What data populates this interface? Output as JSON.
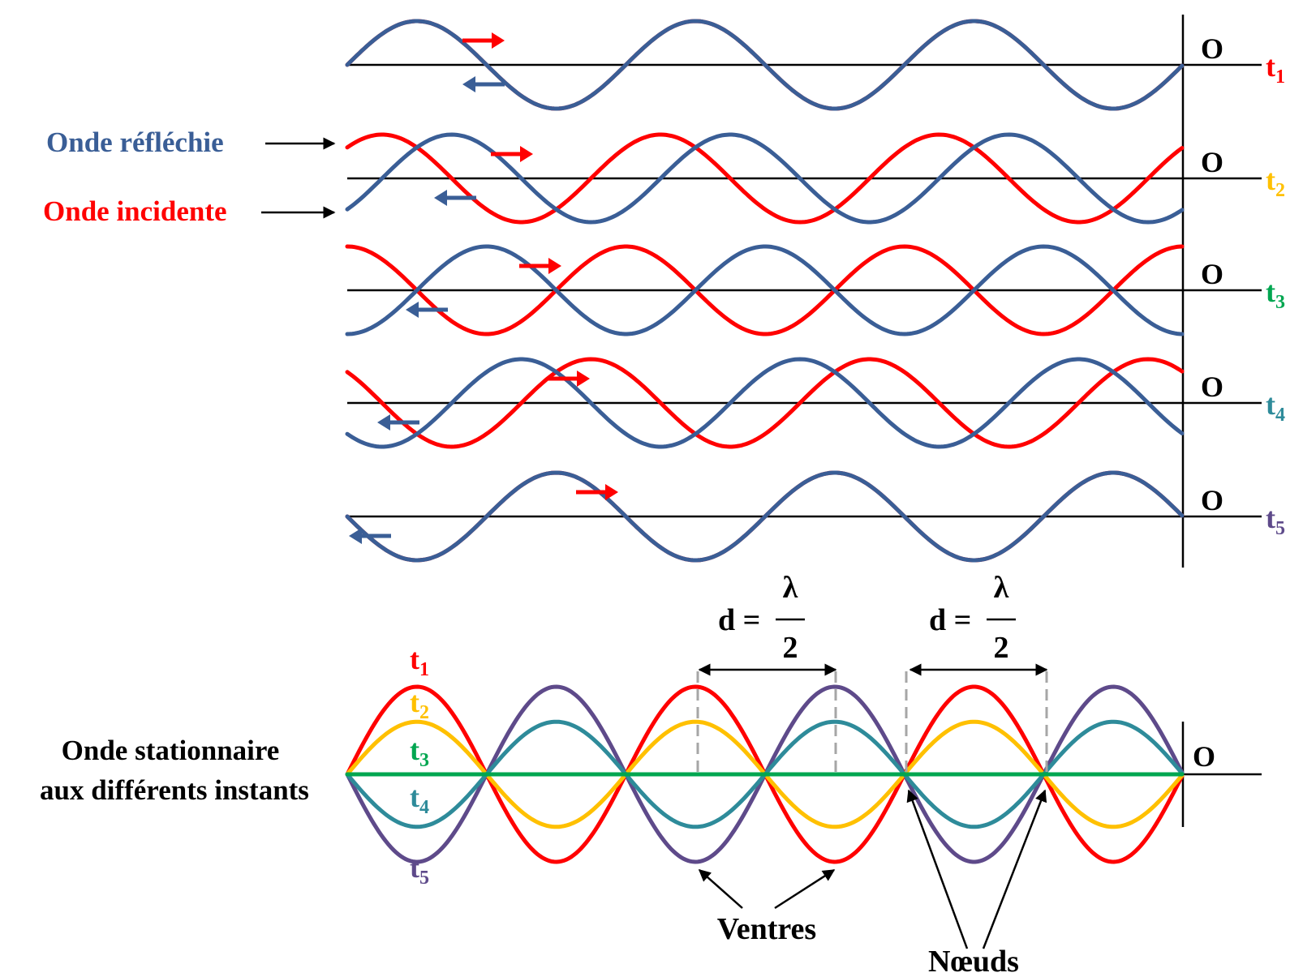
{
  "colors": {
    "incident": "#ff0000",
    "reflected": "#3a5e96",
    "t1": "#ff0000",
    "t2": "#ffc000",
    "t3": "#00a650",
    "t4": "#2e8b9a",
    "t5": "#5e4a8a",
    "neutral": "#000000",
    "dash": "#a6a6a6"
  },
  "labels": {
    "reflected": "Onde réfléchie",
    "incident": "Onde incidente",
    "standing_line1": "Onde stationnaire",
    "standing_line2": "aux différents instants",
    "origin": "O",
    "antinodes": "Ventres",
    "nodes": "Nœuds",
    "distance_prefix": "d =",
    "lambda": "λ",
    "two": "2"
  },
  "instants": [
    {
      "t": "t",
      "sub": "1",
      "color": "#ff0000",
      "incident_phase": 0.0,
      "reflected_phase": 0.0
    },
    {
      "t": "t",
      "sub": "2",
      "color": "#ffc000",
      "incident_phase": 0.25,
      "reflected_phase": -0.25
    },
    {
      "t": "t",
      "sub": "3",
      "color": "#00a650",
      "incident_phase": 0.5,
      "reflected_phase": -0.5
    },
    {
      "t": "t",
      "sub": "4",
      "color": "#2e8b9a",
      "incident_phase": 0.75,
      "reflected_phase": -0.75
    },
    {
      "t": "t",
      "sub": "5",
      "color": "#5e4a8a",
      "incident_phase": 1.0,
      "reflected_phase": -1.0
    }
  ],
  "standing": [
    {
      "t": "t",
      "sub": "1",
      "color": "#ff0000",
      "amplitude": 1.0
    },
    {
      "t": "t",
      "sub": "2",
      "color": "#ffc000",
      "amplitude": 0.6
    },
    {
      "t": "t",
      "sub": "3",
      "color": "#00a650",
      "amplitude": 0.0
    },
    {
      "t": "t",
      "sub": "4",
      "color": "#2e8b9a",
      "amplitude": -0.6
    },
    {
      "t": "t",
      "sub": "5",
      "color": "#5e4a8a",
      "amplitude": -1.0
    }
  ],
  "wavelengths_shown": 3
}
